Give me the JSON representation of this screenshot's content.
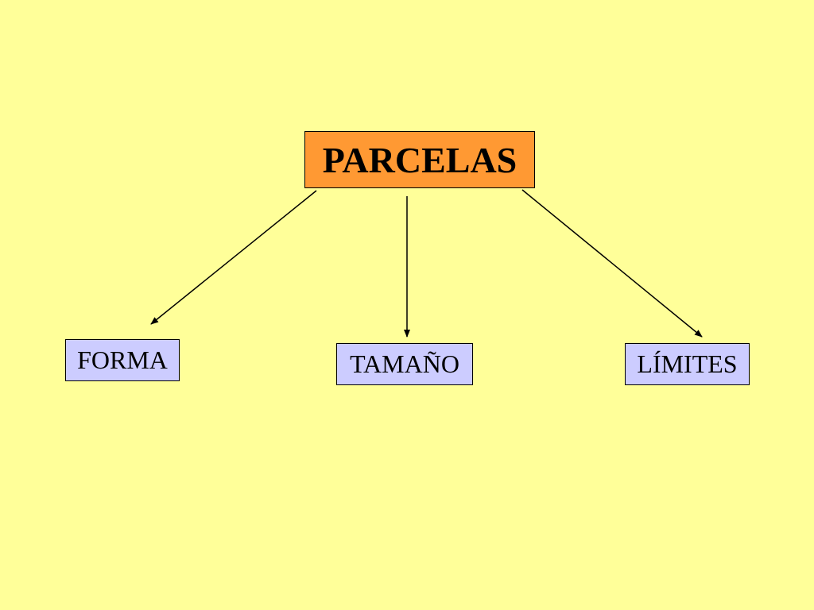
{
  "colors": {
    "background": "#FFFF99",
    "root_fill": "#FF9933",
    "child_fill": "#CCCCFF",
    "line": "#000000"
  },
  "diagram": {
    "root": {
      "label": "PARCELAS"
    },
    "children": [
      {
        "label": "FORMA"
      },
      {
        "label": "TAMAÑO"
      },
      {
        "label": "LÍMITES"
      }
    ],
    "edges": [
      {
        "from": "PARCELAS",
        "to": "FORMA"
      },
      {
        "from": "PARCELAS",
        "to": "TAMAÑO"
      },
      {
        "from": "PARCELAS",
        "to": "LÍMITES"
      }
    ]
  }
}
